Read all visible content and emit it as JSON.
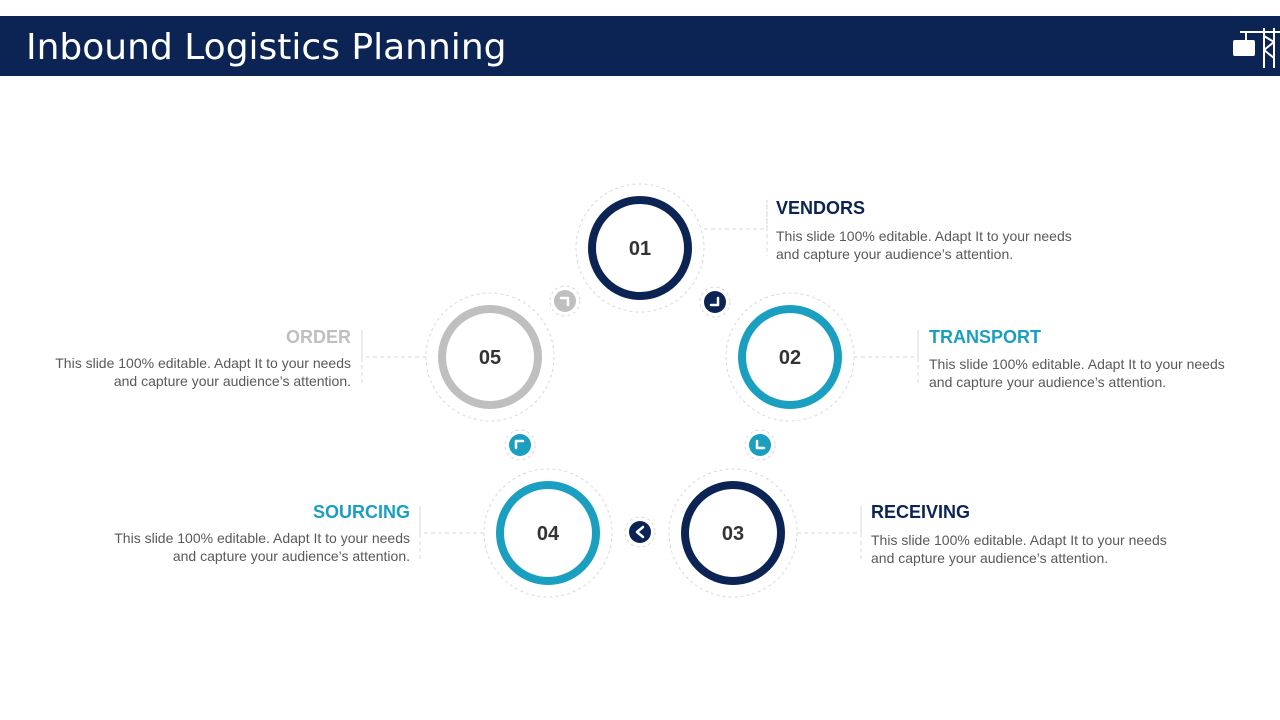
{
  "header": {
    "title": "Inbound Logistics Planning",
    "logo_icon": "crane-icon"
  },
  "colors": {
    "navy": "#0b2454",
    "teal": "#1a9fc0",
    "gray": "#bfbfbf"
  },
  "steps": [
    {
      "number": "01",
      "title": "VENDORS",
      "description": "This slide 100% editable. Adapt  It to your needs and capture your audience’s attention.",
      "color": "#0b2454"
    },
    {
      "number": "02",
      "title": "TRANSPORT",
      "description": "This slide 100% editable. Adapt  It to your needs and capture your audience’s attention.",
      "color": "#1a9fc0"
    },
    {
      "number": "03",
      "title": "RECEIVING",
      "description": "This slide 100% editable. Adapt  It to your needs and capture your audience’s attention.",
      "color": "#0b2454"
    },
    {
      "number": "04",
      "title": "SOURCING",
      "description": "This slide 100% editable. Adapt  It to your needs and capture your audience’s attention.",
      "color": "#1a9fc0"
    },
    {
      "number": "05",
      "title": "ORDER",
      "description": "This slide 100% editable. Adapt  It to your needs and capture your audience’s attention.",
      "color": "#bfbfbf"
    }
  ],
  "connectors": [
    {
      "icon": "arrow-down-right-icon",
      "color": "#0b2454"
    },
    {
      "icon": "arrow-down-left-icon",
      "color": "#1a9fc0"
    },
    {
      "icon": "arrow-left-icon",
      "color": "#0b2454"
    },
    {
      "icon": "arrow-up-left-icon",
      "color": "#1a9fc0"
    },
    {
      "icon": "arrow-up-right-icon",
      "color": "#bfbfbf"
    }
  ]
}
